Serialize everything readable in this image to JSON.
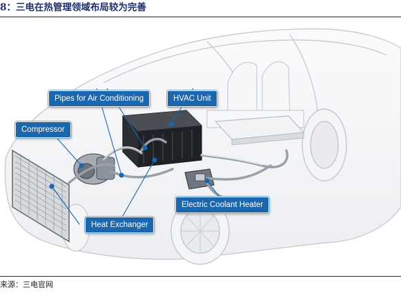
{
  "figure": {
    "title": "8：三电在热管理领域布局较为完善",
    "source": "来源：三电官网"
  },
  "callouts": {
    "pipes": "Pipes for Air Conditioning",
    "hvac": "HVAC Unit",
    "compressor": "Compressor",
    "heater": "Electric Coolant Heater",
    "exchanger": "Heat Exchanger"
  },
  "colors": {
    "callout_fill": "#1b66ad",
    "title_text": "#1f2f6e",
    "leader_line": "#1b66ad",
    "car_outline": "#c8ccd2"
  }
}
